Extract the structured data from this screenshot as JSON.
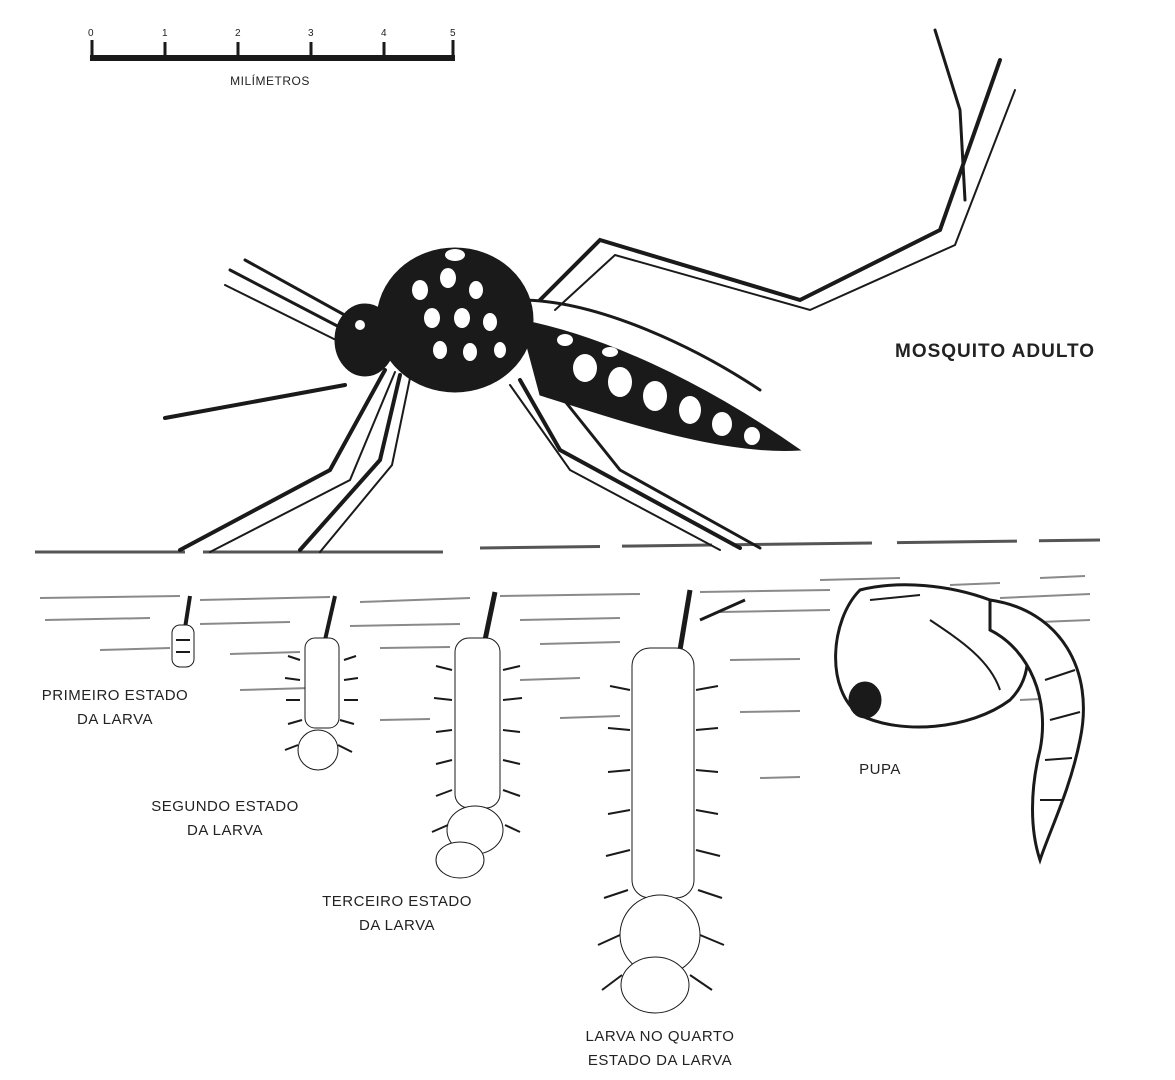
{
  "scale": {
    "ticks": [
      "0",
      "1",
      "2",
      "3",
      "4",
      "5"
    ],
    "unit": "MILÍMETROS"
  },
  "labels": {
    "adult": "MOSQUITO ADULTO",
    "larva1": [
      "PRIMEIRO ESTADO",
      "DA LARVA"
    ],
    "larva2": [
      "SEGUNDO ESTADO",
      "DA LARVA"
    ],
    "larva3": [
      "TERCEIRO ESTADO",
      "DA LARVA"
    ],
    "larva4": [
      "LARVA NO QUARTO",
      "ESTADO DA LARVA"
    ],
    "pupa": "PUPA"
  },
  "colors": {
    "ink": "#1a1a1a",
    "paper": "#ffffff",
    "water": "#8a8a8a"
  }
}
